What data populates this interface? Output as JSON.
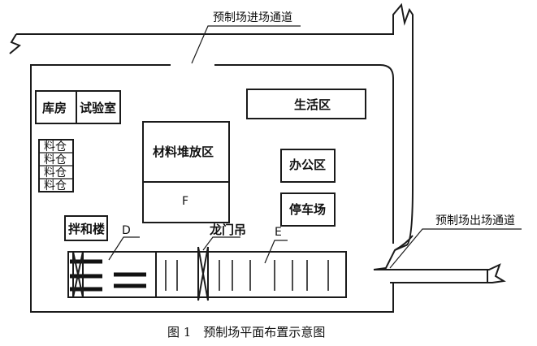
{
  "labels": {
    "entry_road": "预制场进场通道",
    "exit_road": "预制场出场通道",
    "warehouse": "库房",
    "lab": "试验室",
    "living": "生活区",
    "bins": [
      "料仓",
      "料仓",
      "料仓",
      "料仓"
    ],
    "material": "材料堆放区",
    "f": "F",
    "office": "办公区",
    "parking": "停车场",
    "mixer": "拌和楼",
    "d": "D",
    "gantry": "龙门吊",
    "e": "E"
  },
  "caption": "图 1　预制场平面布置示意图"
}
